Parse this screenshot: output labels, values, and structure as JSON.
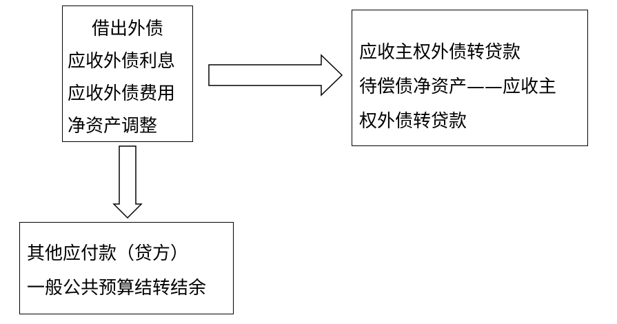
{
  "source_box": {
    "lines": [
      "借出外债",
      "应收外债利息",
      "应收外债费用",
      "净资产调整"
    ]
  },
  "right_box": {
    "lines": [
      "应收主权外债转贷款",
      "待偿债净资产——应收主",
      "权外债转贷款"
    ]
  },
  "bottom_box": {
    "lines": [
      "其他应付款（贷方）",
      "一般公共预算结转结余"
    ]
  },
  "colors": {
    "stroke": "#000000",
    "background": "#ffffff"
  }
}
